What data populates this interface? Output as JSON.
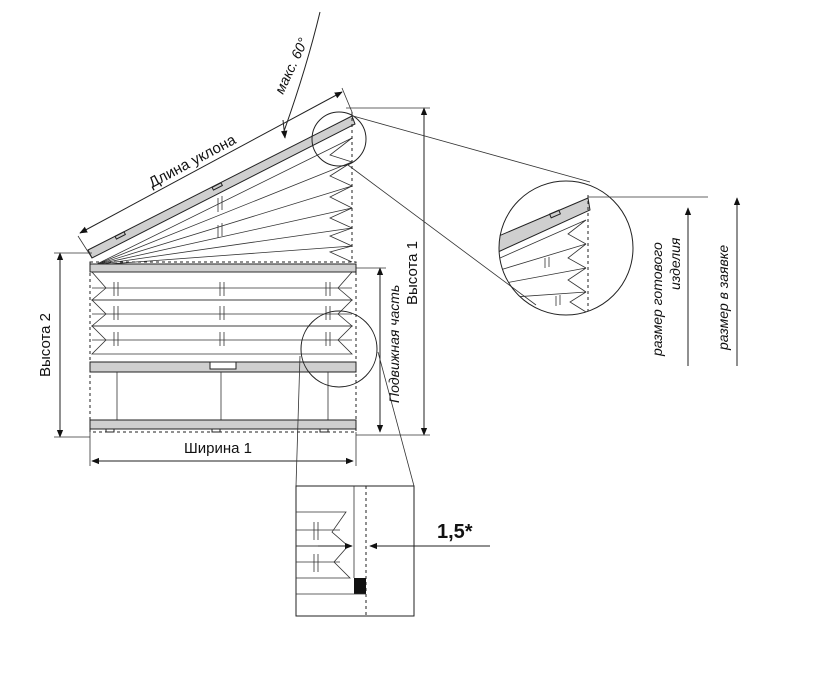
{
  "labels": {
    "max_angle": "макс. 60°",
    "slope_length": "Длина уклона",
    "height_1": "Высота 1",
    "height_2": "Высота 2",
    "width_1": "Ширина 1",
    "movable_part": "Подвижная часть",
    "finished_size_line1": "размер готового",
    "finished_size_line2": "изделия",
    "order_size": "размер в заявке",
    "tolerance": "1,5*"
  }
}
